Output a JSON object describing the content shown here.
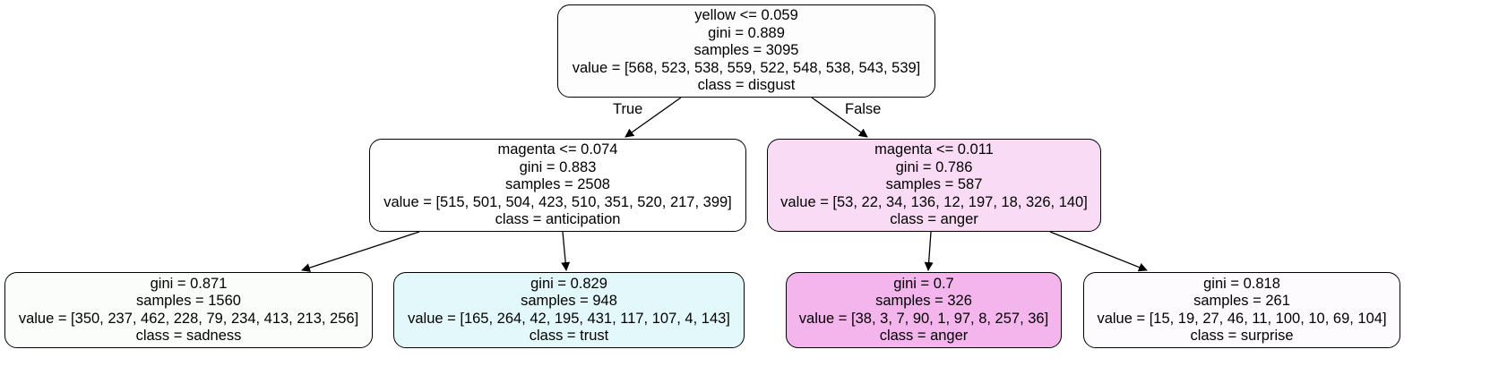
{
  "tree": {
    "nodes": [
      {
        "id": "root",
        "lines": [
          "yellow <= 0.059",
          "gini = 0.889",
          "samples = 3095",
          "value = [568, 523, 538, 559, 522, 548, 538, 543, 539]",
          "class = disgust"
        ],
        "fill": "#fdfdfd"
      },
      {
        "id": "left",
        "lines": [
          "magenta <= 0.074",
          "gini = 0.883",
          "samples = 2508",
          "value = [515, 501, 504, 423, 510, 351, 520, 217, 399]",
          "class = anticipation"
        ],
        "fill": "#ffffff"
      },
      {
        "id": "right",
        "lines": [
          "magenta <= 0.011",
          "gini = 0.786",
          "samples = 587",
          "value = [53, 22, 34, 136, 12, 197, 18, 326, 140]",
          "class = anger"
        ],
        "fill": "#fadbf6"
      },
      {
        "id": "leaf-left-left",
        "lines": [
          "gini = 0.871",
          "samples = 1560",
          "value = [350, 237, 462, 228, 79, 234, 413, 213, 256]",
          "class = sadness"
        ],
        "fill": "#fbfdfb"
      },
      {
        "id": "leaf-left-right",
        "lines": [
          "gini = 0.829",
          "samples = 948",
          "value = [165, 264, 42, 195, 431, 117, 107, 4, 143]",
          "class = trust"
        ],
        "fill": "#e3f8fb"
      },
      {
        "id": "leaf-right-left",
        "lines": [
          "gini = 0.7",
          "samples = 326",
          "value = [38, 3, 7, 90, 1, 97, 8, 257, 36]",
          "class = anger"
        ],
        "fill": "#f4b4ec"
      },
      {
        "id": "leaf-right-right",
        "lines": [
          "gini = 0.818",
          "samples = 261",
          "value = [15, 19, 27, 46, 11, 100, 10, 69, 104]",
          "class = surprise"
        ],
        "fill": "#fdfbfd"
      }
    ],
    "edge_labels": {
      "true": "True",
      "false": "False"
    }
  }
}
